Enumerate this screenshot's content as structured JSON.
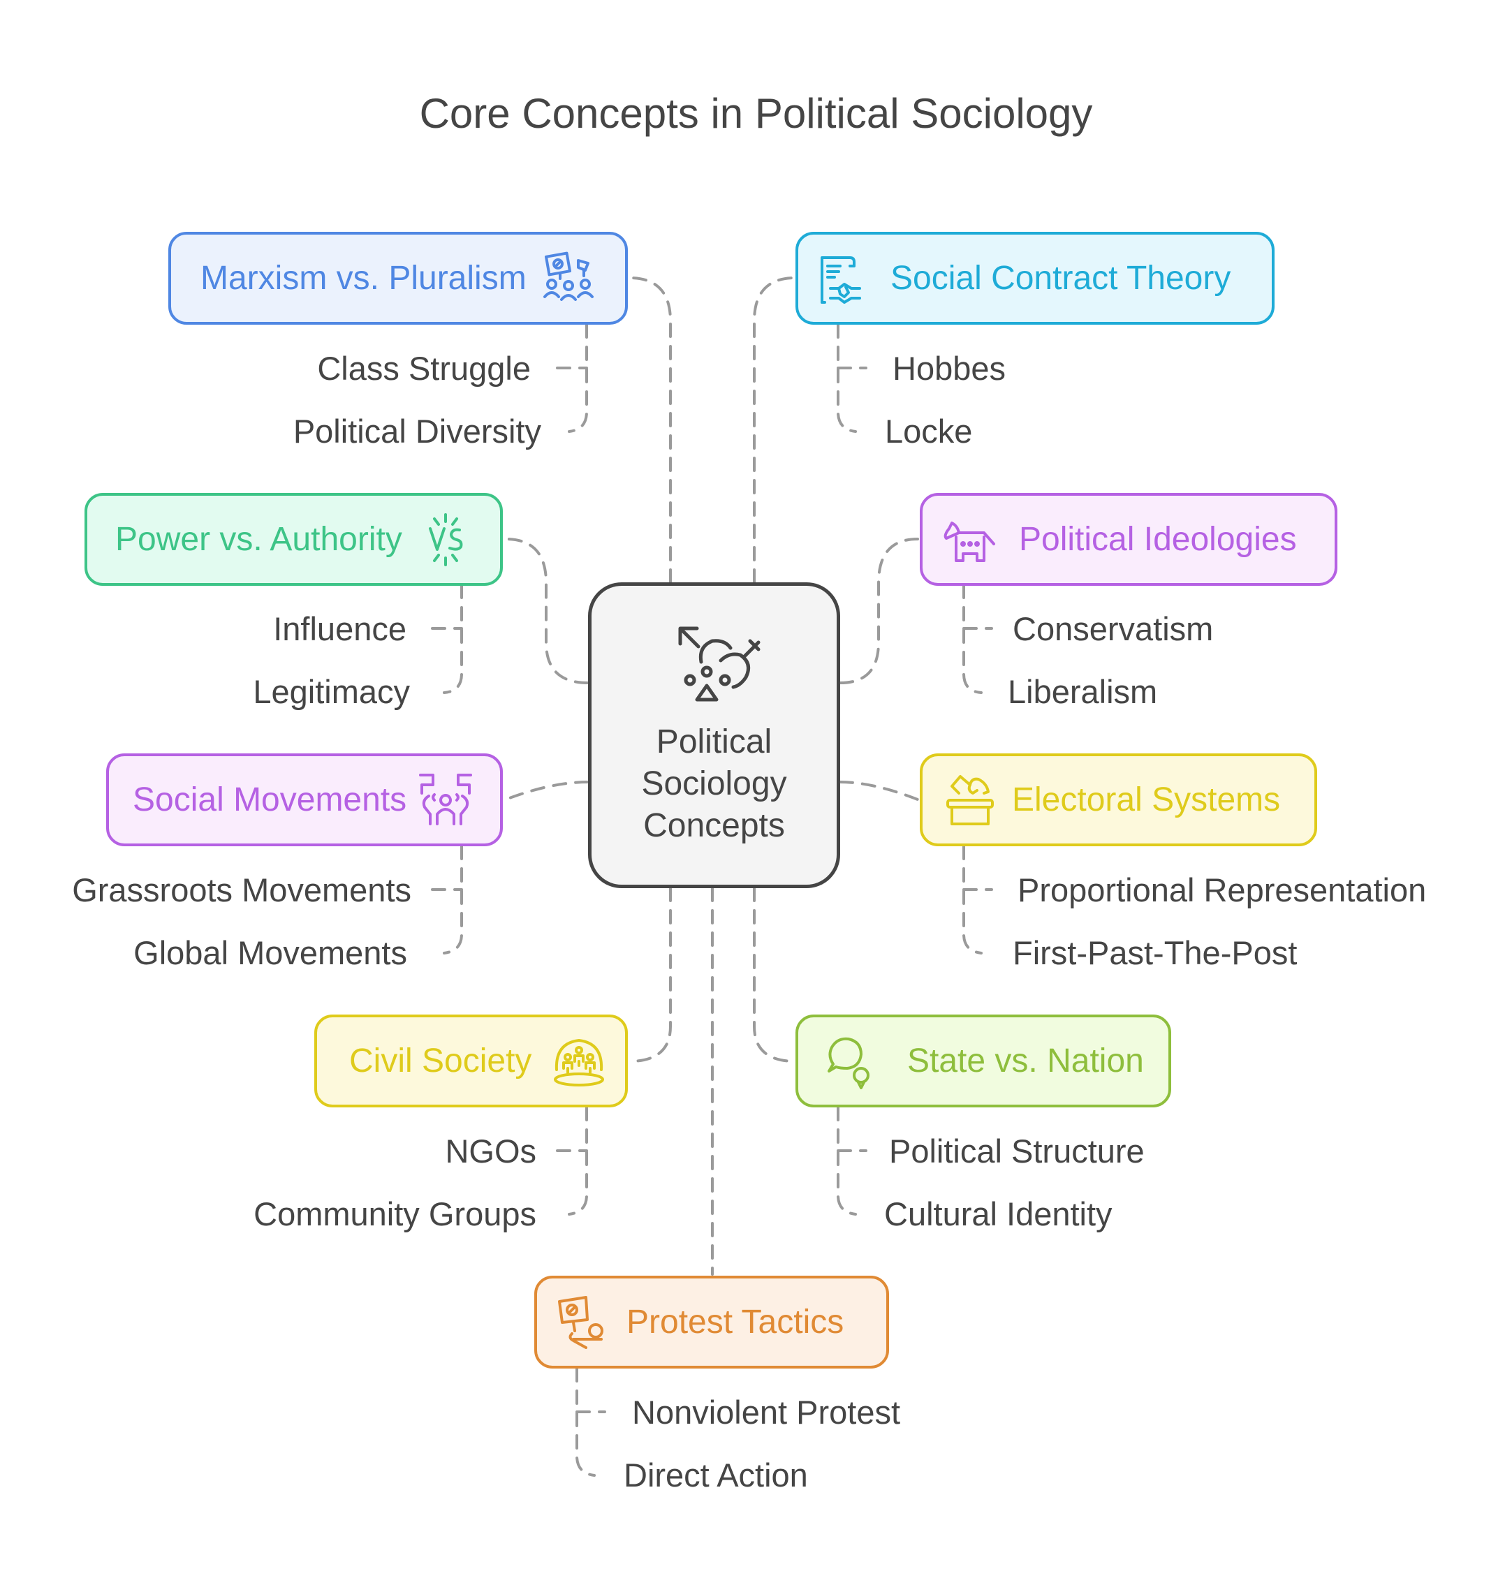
{
  "title": "Core Concepts in Political Sociology",
  "center": {
    "label_lines": [
      "Political",
      "Sociology",
      "Concepts"
    ],
    "icon": "gender-symbols-people-icon"
  },
  "nodes": [
    {
      "id": "marxism",
      "label": "Marxism vs. Pluralism",
      "icon": "protest-crowd-icon",
      "color": "#4f87e3",
      "fill": "#ebf2fd",
      "children": [
        "Class Struggle",
        "Political Diversity"
      ]
    },
    {
      "id": "social-contract",
      "label": "Social Contract Theory",
      "icon": "contract-scroll-handshake-icon",
      "color": "#1eabd7",
      "fill": "#e4f7fd",
      "children": [
        "Hobbes",
        "Locke"
      ]
    },
    {
      "id": "power",
      "label": "Power vs. Authority",
      "icon": "versus-icon",
      "color": "#3dc487",
      "fill": "#e2fbf0",
      "children": [
        "Influence",
        "Legitimacy"
      ]
    },
    {
      "id": "ideologies",
      "label": "Political Ideologies",
      "icon": "donkey-icon",
      "color": "#b561e3",
      "fill": "#faedfd",
      "children": [
        "Conservatism",
        "Liberalism"
      ]
    },
    {
      "id": "movements",
      "label": "Social Movements",
      "icon": "raised-hands-crowd-icon",
      "color": "#b561e3",
      "fill": "#faedfd",
      "children": [
        "Grassroots Movements",
        "Global Movements"
      ]
    },
    {
      "id": "electoral",
      "label": "Electoral Systems",
      "icon": "ballot-box-icon",
      "color": "#dfcb1b",
      "fill": "#fdf9dc",
      "children": [
        "Proportional Representation",
        "First-Past-The-Post"
      ]
    },
    {
      "id": "civil",
      "label": "Civil Society",
      "icon": "community-dome-icon",
      "color": "#dfcb1b",
      "fill": "#fdf9dc",
      "children": [
        "NGOs",
        "Community Groups"
      ]
    },
    {
      "id": "state",
      "label": "State vs. Nation",
      "icon": "speech-bubbles-icon",
      "color": "#8ebe3c",
      "fill": "#f1fcdf",
      "children": [
        "Political Structure",
        "Cultural Identity"
      ]
    },
    {
      "id": "protest",
      "label": "Protest Tactics",
      "icon": "protest-sign-icon",
      "color": "#e08a34",
      "fill": "#fdf0e4",
      "children": [
        "Nonviolent Protest",
        "Direct Action"
      ]
    }
  ],
  "colors": {
    "text": "#454545",
    "connector": "#9a9a9a",
    "center_border": "#454545",
    "center_fill": "#f4f4f4"
  }
}
